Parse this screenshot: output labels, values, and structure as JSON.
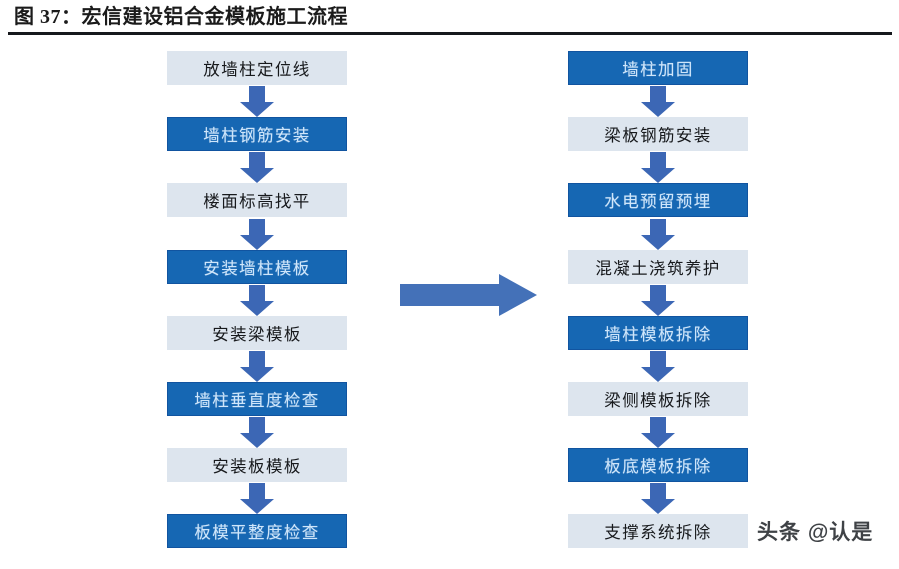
{
  "figure": {
    "title": "图 37：宏信建设铝合金模板施工流程",
    "rule_color": "#16181c"
  },
  "palette": {
    "accent_fill": "#1667b3",
    "accent_text": "#cfe6fb",
    "light_fill": "#dde5ee",
    "light_text": "#17191c",
    "arrow_blue": "#3c67b5",
    "connector_blue": "#4471b8"
  },
  "flow": {
    "left_column": {
      "nodes": [
        {
          "label": "放墙柱定位线",
          "style": "light"
        },
        {
          "label": "墙柱钢筋安装",
          "style": "accent"
        },
        {
          "label": "楼面标高找平",
          "style": "light"
        },
        {
          "label": "安装墙柱模板",
          "style": "accent"
        },
        {
          "label": "安装梁模板",
          "style": "light"
        },
        {
          "label": "墙柱垂直度检查",
          "style": "accent"
        },
        {
          "label": "安装板模板",
          "style": "light"
        },
        {
          "label": "板模平整度检查",
          "style": "accent"
        }
      ]
    },
    "right_column": {
      "nodes": [
        {
          "label": "墙柱加固",
          "style": "accent"
        },
        {
          "label": "梁板钢筋安装",
          "style": "light"
        },
        {
          "label": "水电预留预埋",
          "style": "accent"
        },
        {
          "label": "混凝土浇筑养护",
          "style": "light"
        },
        {
          "label": "墙柱模板拆除",
          "style": "accent"
        },
        {
          "label": "梁侧模板拆除",
          "style": "light"
        },
        {
          "label": "板底模板拆除",
          "style": "accent"
        },
        {
          "label": "支撑系统拆除",
          "style": "light"
        }
      ]
    },
    "connector": {
      "direction": "right",
      "from_column": "left_column",
      "to_column": "right_column"
    }
  },
  "watermark": {
    "text": "头条 @认是"
  }
}
